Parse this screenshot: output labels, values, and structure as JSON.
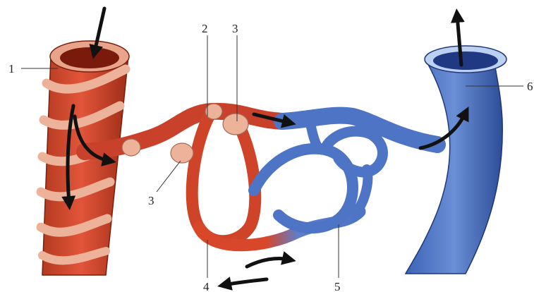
{
  "diagram": {
    "labels": {
      "artery": "1",
      "arteriole_path": "2",
      "sphincter_top": "3",
      "sphincter_left": "3",
      "capillary_lower": "4",
      "capillary_venous": "5",
      "vein": "6"
    }
  },
  "colors": {
    "artery": "#d8472a",
    "artery_dark": "#a8301a",
    "muscle": "#edb29a",
    "vein": "#4e74c6",
    "vein_dark": "#2e4f9c",
    "arrow": "#111111"
  }
}
